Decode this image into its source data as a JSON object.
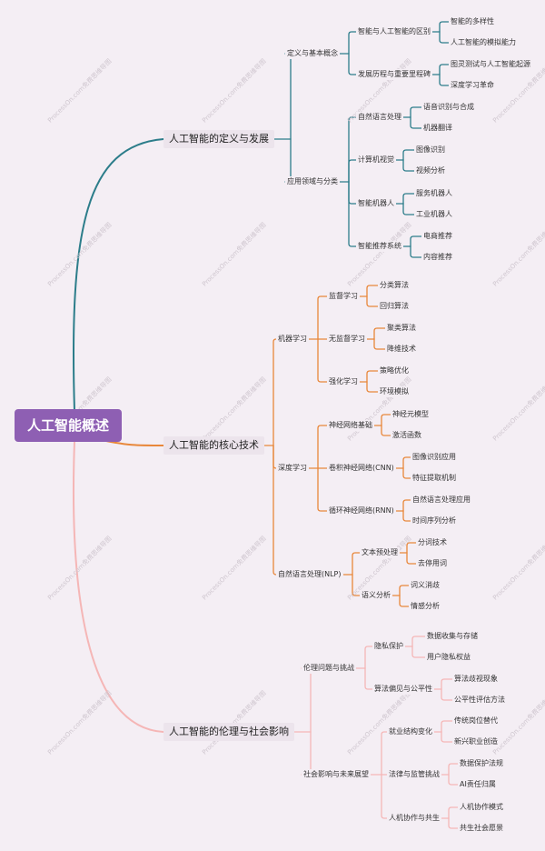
{
  "root": {
    "label": "人工智能概述"
  },
  "colors": {
    "branch_def": "#2c7d8a",
    "branch_core": "#e8873a",
    "branch_ethics": "#f5b6b6",
    "root": "#8e5fb3"
  },
  "watermark": "ProcessOn.com免费思维导图",
  "branches": [
    {
      "label": "人工智能的定义与发展",
      "children": [
        {
          "label": "定义与基本概念",
          "children": [
            {
              "label": "智能与人工智能的区别",
              "children": [
                {
                  "label": "智能的多样性"
                },
                {
                  "label": "人工智能的模拟能力"
                }
              ]
            },
            {
              "label": "发展历程与重要里程碑",
              "children": [
                {
                  "label": "图灵测试与人工智能起源"
                },
                {
                  "label": "深度学习革命"
                }
              ]
            }
          ]
        },
        {
          "label": "应用领域与分类",
          "children": [
            {
              "label": "自然语言处理",
              "children": [
                {
                  "label": "语音识别与合成"
                },
                {
                  "label": "机器翻译"
                }
              ]
            },
            {
              "label": "计算机视觉",
              "children": [
                {
                  "label": "图像识别"
                },
                {
                  "label": "视频分析"
                }
              ]
            },
            {
              "label": "智能机器人",
              "children": [
                {
                  "label": "服务机器人"
                },
                {
                  "label": "工业机器人"
                }
              ]
            },
            {
              "label": "智能推荐系统",
              "children": [
                {
                  "label": "电商推荐"
                },
                {
                  "label": "内容推荐"
                }
              ]
            }
          ]
        }
      ]
    },
    {
      "label": "人工智能的核心技术",
      "children": [
        {
          "label": "机器学习",
          "children": [
            {
              "label": "监督学习",
              "children": [
                {
                  "label": "分类算法"
                },
                {
                  "label": "回归算法"
                }
              ]
            },
            {
              "label": "无监督学习",
              "children": [
                {
                  "label": "聚类算法"
                },
                {
                  "label": "降维技术"
                }
              ]
            },
            {
              "label": "强化学习",
              "children": [
                {
                  "label": "策略优化"
                },
                {
                  "label": "环境模拟"
                }
              ]
            }
          ]
        },
        {
          "label": "深度学习",
          "children": [
            {
              "label": "神经网络基础",
              "children": [
                {
                  "label": "神经元模型"
                },
                {
                  "label": "激活函数"
                }
              ]
            },
            {
              "label": "卷积神经网络(CNN)",
              "children": [
                {
                  "label": "图像识别应用"
                },
                {
                  "label": "特征提取机制"
                }
              ]
            },
            {
              "label": "循环神经网络(RNN)",
              "children": [
                {
                  "label": "自然语言处理应用"
                },
                {
                  "label": "时间序列分析"
                }
              ]
            }
          ]
        },
        {
          "label": "自然语言处理(NLP)",
          "children": [
            {
              "label": "文本预处理",
              "children": [
                {
                  "label": "分词技术"
                },
                {
                  "label": "去停用词"
                }
              ]
            },
            {
              "label": "语义分析",
              "children": [
                {
                  "label": "词义消歧"
                },
                {
                  "label": "情感分析"
                }
              ]
            }
          ]
        }
      ]
    },
    {
      "label": "人工智能的伦理与社会影响",
      "children": [
        {
          "label": "伦理问题与挑战",
          "children": [
            {
              "label": "隐私保护",
              "children": [
                {
                  "label": "数据收集与存储"
                },
                {
                  "label": "用户隐私权益"
                }
              ]
            },
            {
              "label": "算法偏见与公平性",
              "children": [
                {
                  "label": "算法歧视现象"
                },
                {
                  "label": "公平性评估方法"
                }
              ]
            }
          ]
        },
        {
          "label": "社会影响与未来展望",
          "children": [
            {
              "label": "就业结构变化",
              "children": [
                {
                  "label": "传统岗位替代"
                },
                {
                  "label": "新兴职业创造"
                }
              ]
            },
            {
              "label": "法律与监管挑战",
              "children": [
                {
                  "label": "数据保护法规"
                },
                {
                  "label": "AI责任归属"
                }
              ]
            },
            {
              "label": "人机协作与共生",
              "children": [
                {
                  "label": "人机协作模式"
                },
                {
                  "label": "共生社会愿景"
                }
              ]
            }
          ]
        }
      ]
    }
  ]
}
